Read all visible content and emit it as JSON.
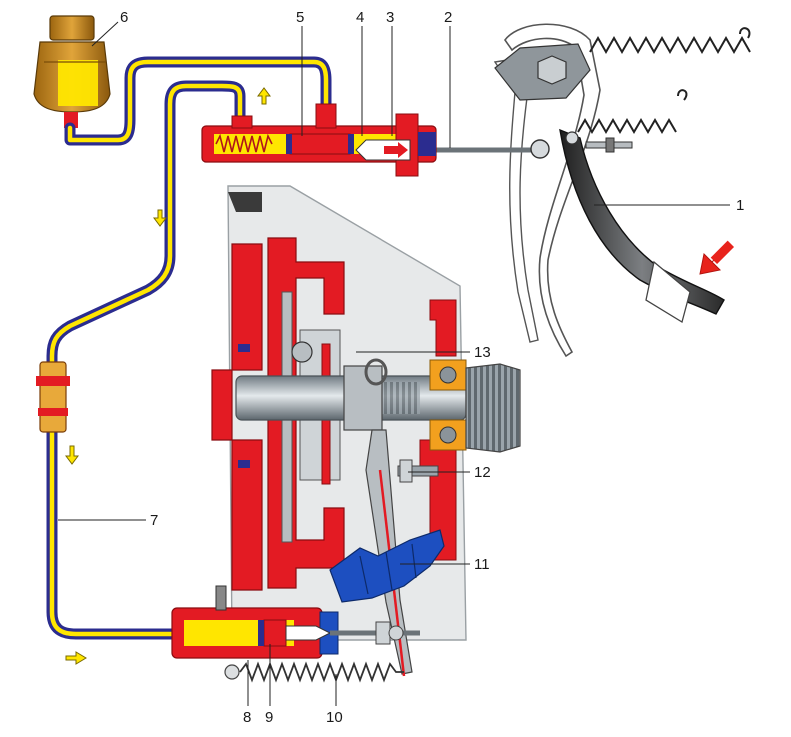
{
  "callouts": [
    {
      "id": "1",
      "label": "1"
    },
    {
      "id": "2",
      "label": "2"
    },
    {
      "id": "3",
      "label": "3"
    },
    {
      "id": "4",
      "label": "4"
    },
    {
      "id": "5",
      "label": "5"
    },
    {
      "id": "6",
      "label": "6"
    },
    {
      "id": "7",
      "label": "7"
    },
    {
      "id": "8",
      "label": "8"
    },
    {
      "id": "9",
      "label": "9"
    },
    {
      "id": "10",
      "label": "10"
    },
    {
      "id": "11",
      "label": "11"
    },
    {
      "id": "12",
      "label": "12"
    },
    {
      "id": "13",
      "label": "13"
    }
  ],
  "colors": {
    "housing_red": "#e31b23",
    "fluid_yellow": "#ffe600",
    "hose_blue": "#2b2c8f",
    "rubber_blue": "#1d4fc0",
    "reservoir_amber": "#c98a1e",
    "steel_grey": "#9aa4ab",
    "casing_grey": "#e7e9ea",
    "pedal_dark": "#2a2a2a",
    "bearing_orange": "#f2a01e",
    "arrow_red": "#e8231c"
  }
}
